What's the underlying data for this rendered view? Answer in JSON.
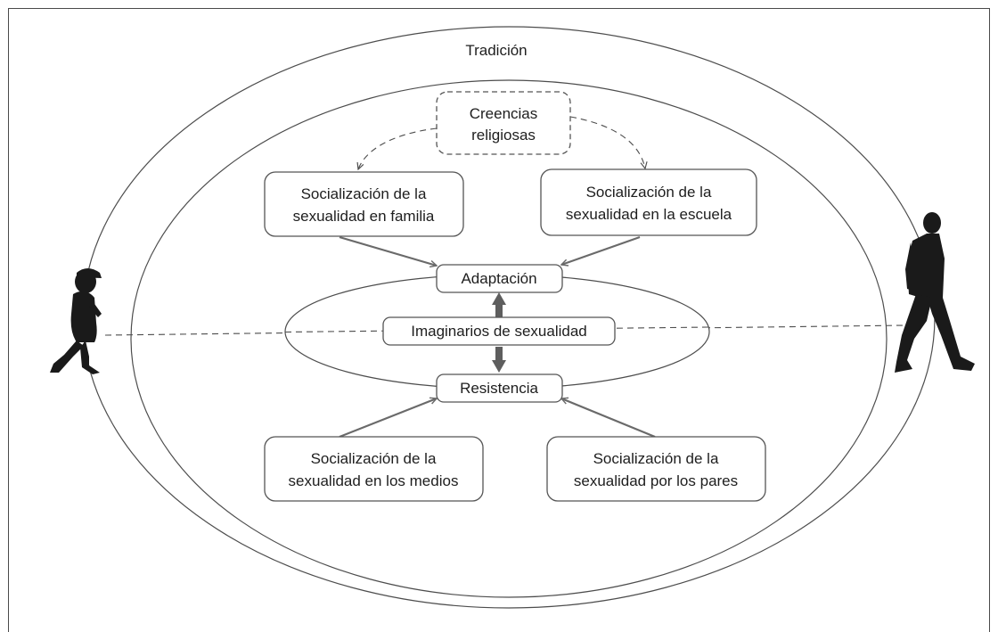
{
  "outer_label": "Tradición",
  "beliefs": {
    "line1": "Creencias",
    "line2": "religiosas"
  },
  "family": {
    "line1": "Socialización de la",
    "line2": "sexualidad en familia"
  },
  "school": {
    "line1": "Socialización de la",
    "line2": "sexualidad en la escuela"
  },
  "adaptation": "Adaptación",
  "imaginaries": "Imaginarios de sexualidad",
  "resistance": "Resistencia",
  "media": {
    "line1": "Socialización de la",
    "line2": "sexualidad en los medios"
  },
  "peers": {
    "line1": "Socialización de la",
    "line2": "sexualidad por los pares"
  },
  "figures": {
    "left": "child-silhouette-icon",
    "right": "adult-silhouette-icon"
  }
}
